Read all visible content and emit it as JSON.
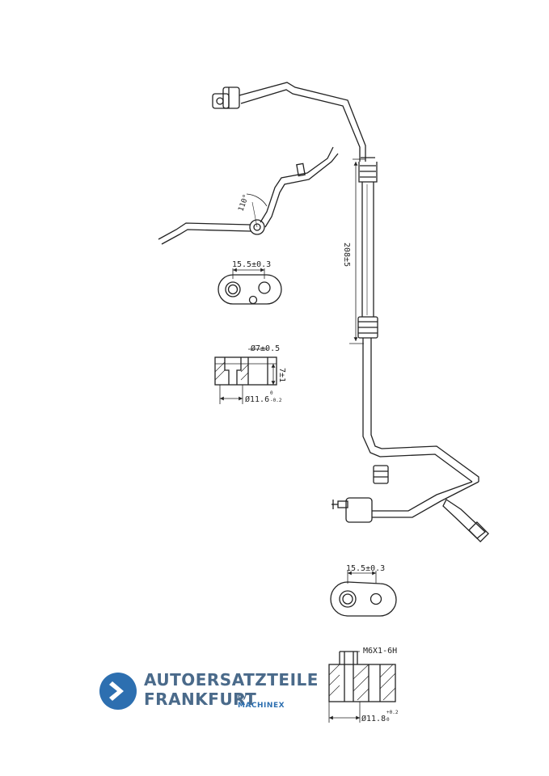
{
  "labels": {
    "tube_length": "208±5",
    "bend_angle": "110°",
    "flange1_spacing": "15.5±0.3",
    "flange1_bore": "Ø7±0.5",
    "flange1_outer_dia": "Ø11.6",
    "flange1_outer_tol_upper": "0",
    "flange1_outer_tol_lower": "-0.2",
    "flange1_height": "7±1",
    "flange2_spacing": "15.5±0.3",
    "flange2_thread": "M6X1-6H",
    "flange2_outer_dia": "Ø11.8",
    "flange2_outer_tol_upper": "+0.2",
    "flange2_outer_tol_lower": "0"
  },
  "logo": {
    "line1": "AUTOERSATZTEILE",
    "line2": "FRANKFURT",
    "by": "by",
    "sub": "MACHINEX",
    "color_primary": "#4a6a8a",
    "color_accent": "#2d6fb0"
  }
}
